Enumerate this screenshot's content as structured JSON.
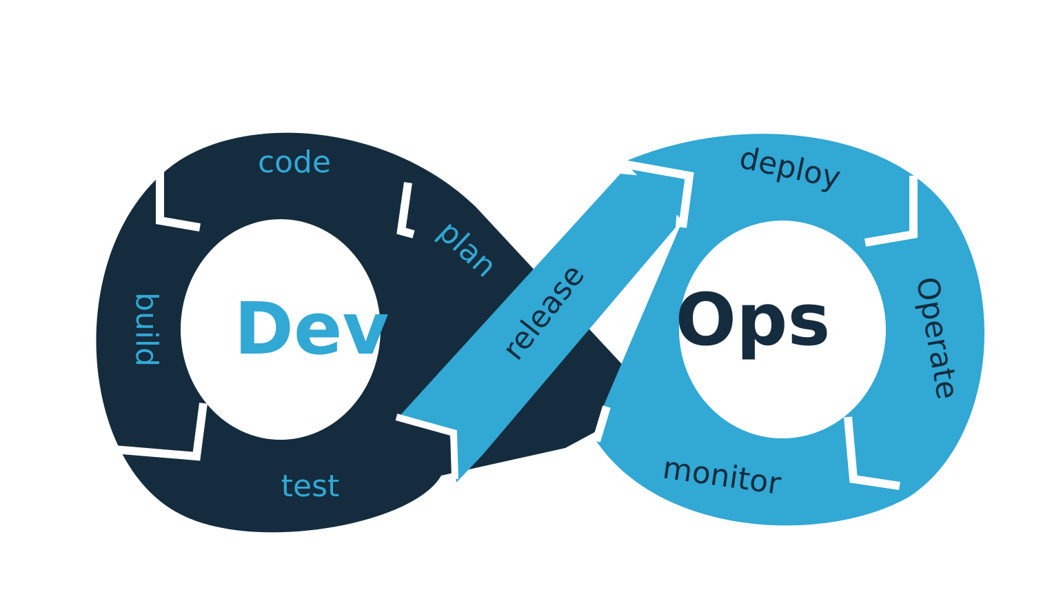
{
  "colors": {
    "dev": "#142c3e",
    "ops": "#32a8d4",
    "background": "#ffffff"
  },
  "centers": {
    "dev": "Dev",
    "ops": "Ops"
  },
  "stages": {
    "code": "code",
    "plan": "plan",
    "build": "build",
    "test": "test",
    "release": "release",
    "deploy": "deploy",
    "operate": "Operate",
    "monitor": "monitor"
  }
}
